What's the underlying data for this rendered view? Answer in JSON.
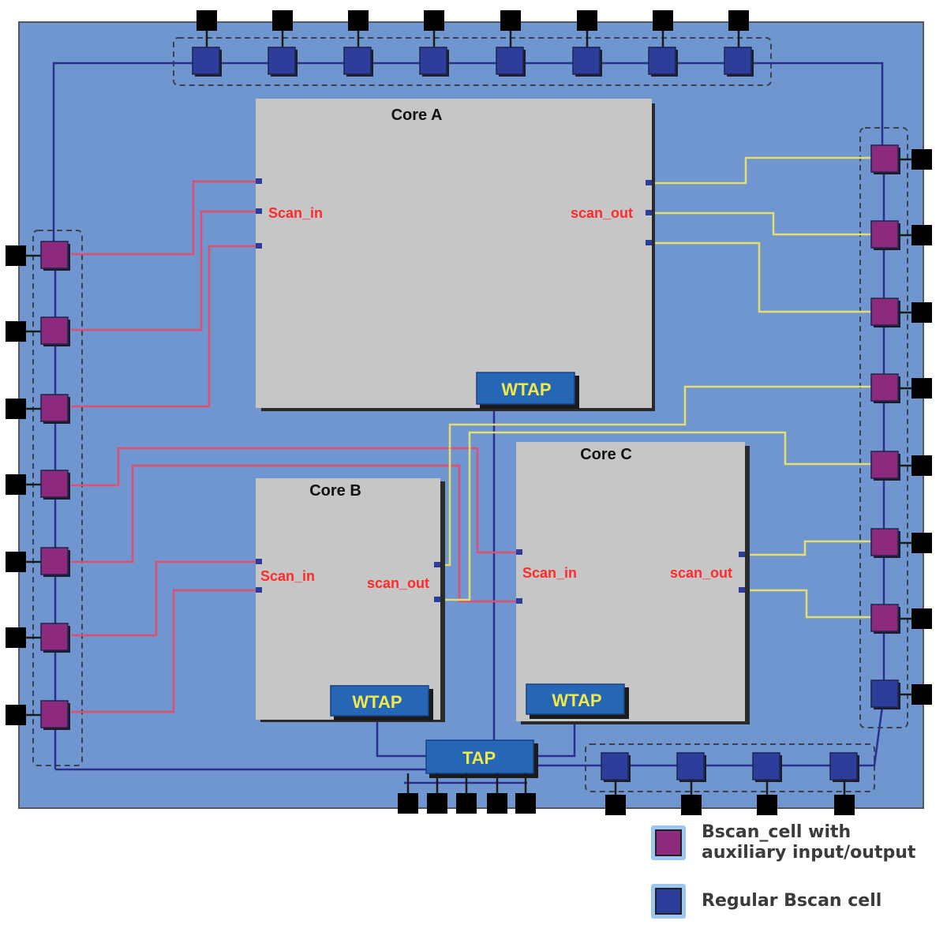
{
  "cores": {
    "core_a": {
      "title": "Core A",
      "scan_in": "Scan_in",
      "scan_out": "scan_out",
      "wtap": "WTAP"
    },
    "core_b": {
      "title": "Core B",
      "scan_in": "Scan_in",
      "scan_out": "scan_out",
      "wtap": "WTAP"
    },
    "core_c": {
      "title": "Core C",
      "scan_in": "Scan_in",
      "scan_out": "scan_out",
      "wtap": "WTAP"
    }
  },
  "tap": {
    "label": "TAP"
  },
  "legend": {
    "aux_cell": "Bscan_cell with\nauxiliary input/output",
    "regular_cell": "Regular Bscan cell"
  },
  "colors": {
    "chip_background": "#6f96cf",
    "core_fill": "#c6c6c6",
    "aux_cell": "#8e2a7c",
    "regular_cell": "#2c3d9a",
    "wtap_fill": "#2566b5",
    "wtap_text": "#f1e84a",
    "scan_in_wire": "#e0506e",
    "scan_out_wire": "#e2de72",
    "scan_chain_wire": "#2a2f8f",
    "pin": "#000000",
    "port_label": "#ff2a2a"
  }
}
